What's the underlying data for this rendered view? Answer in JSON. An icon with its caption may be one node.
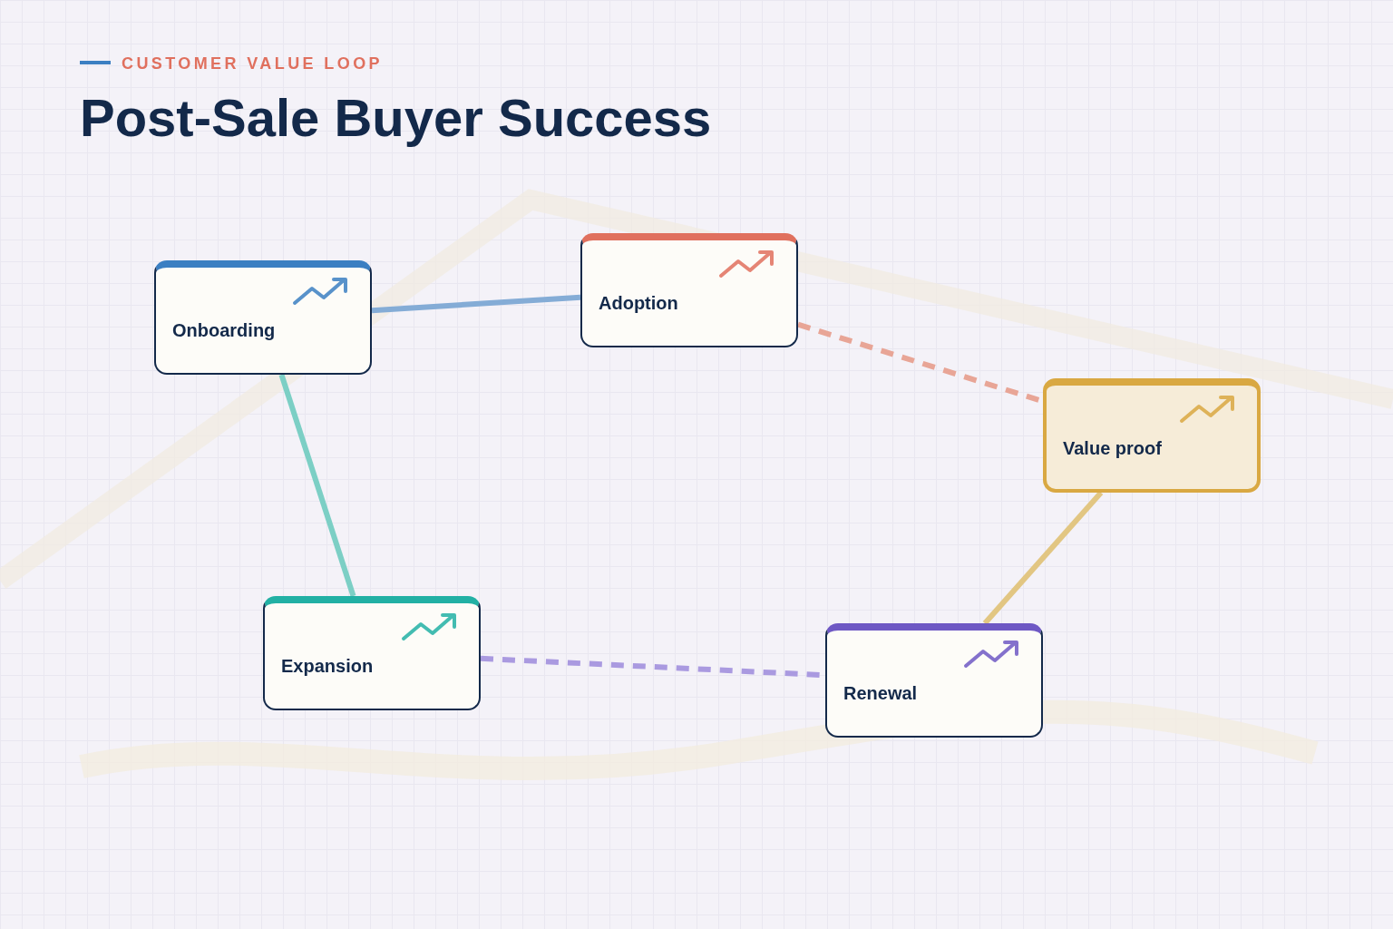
{
  "diagram": {
    "title": "Post-Sale Buyer Success",
    "nodes": [
      {
        "text": [
          "Onboarding"
        ]
      },
      {
        "text": [
          "Adoption"
        ]
      },
      {
        "text": [
          "Value proof"
        ]
      },
      {
        "text": [
          "Expansion"
        ]
      },
      {
        "text": [
          "Renewal"
        ]
      }
    ],
    "edges": [
      {
        "from": 0,
        "to": 1,
        "arrow": "none",
        "color": "#84acd6"
      },
      {
        "from": 1,
        "to": 2,
        "arrow": "none",
        "style": "dashed",
        "color": "#e8a596"
      },
      {
        "from": 4,
        "to": 2,
        "arrow": "none",
        "color": "#e2c682"
      },
      {
        "from": 3,
        "to": 4,
        "arrow": "none",
        "style": "dashed",
        "color": "#aa9ae0"
      },
      {
        "from": 0,
        "to": 3,
        "arrow": "none",
        "color": "#7ccfc5"
      }
    ],
    "labels": [
      "CUSTOMER VALUE LOOP"
    ]
  }
}
